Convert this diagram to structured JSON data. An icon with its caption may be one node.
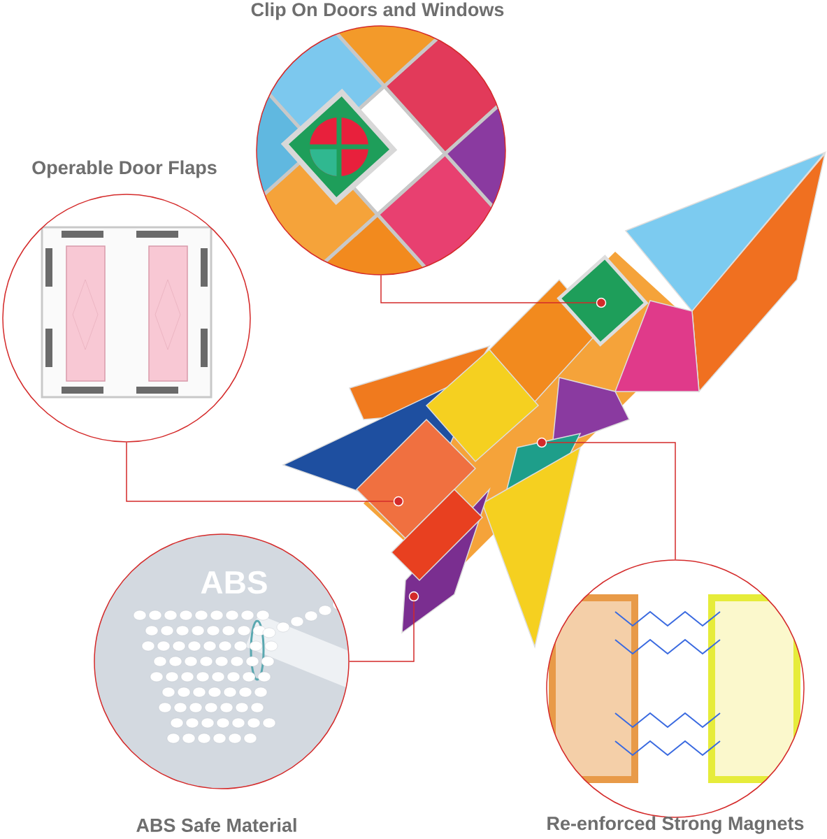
{
  "diagram": {
    "nodes": [
      {
        "text": [
          "Clip On Doors and Windows"
        ]
      },
      {
        "text": [
          "Operable Door Flaps"
        ]
      },
      {
        "text": [
          "ABS",
          "ABS Safe Material"
        ]
      },
      {
        "text": [
          "Re-enforced Strong Magnets"
        ]
      },
      {
        "text": [],
        "shape": "picture"
      },
      {
        "text": [],
        "shape": "circle",
        "in": 4
      },
      {
        "text": [],
        "shape": "circle",
        "in": 4
      },
      {
        "text": [],
        "shape": "circle",
        "in": 4
      },
      {
        "text": [],
        "shape": "circle",
        "in": 4
      }
    ],
    "edges": [
      {
        "from": 0,
        "to": 5,
        "arrow": "none"
      },
      {
        "from": 1,
        "to": 7,
        "arrow": "none"
      },
      {
        "from": 2,
        "to": 8,
        "arrow": "none"
      },
      {
        "from": 3,
        "to": 6,
        "arrow": "none"
      }
    ]
  }
}
